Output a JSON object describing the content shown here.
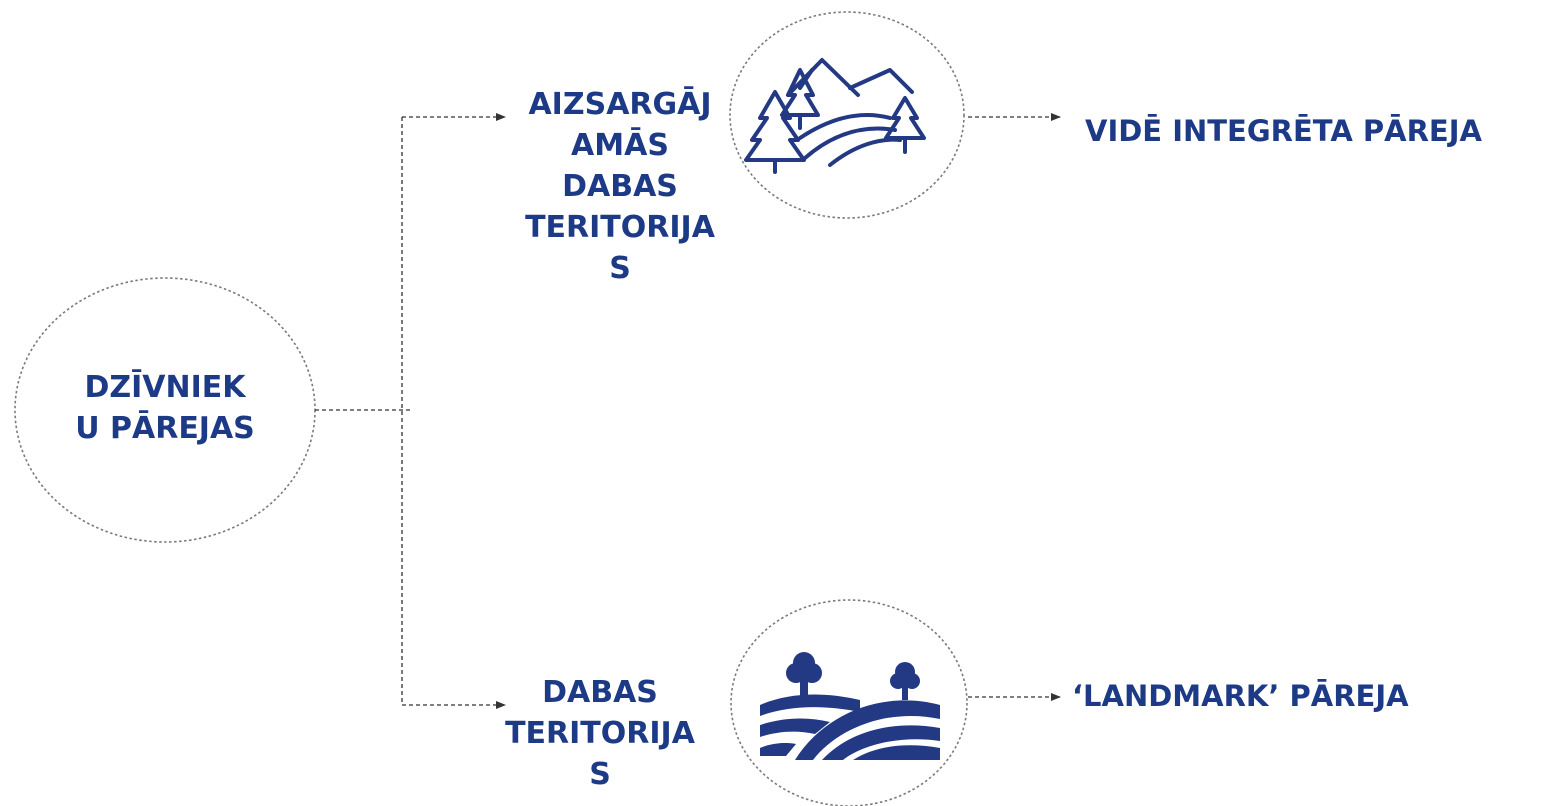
{
  "colors": {
    "text": "#1d3a87",
    "icon": "#233983",
    "connector": "#333333",
    "circle_border": "#7a7a7a"
  },
  "root": {
    "lines": [
      "DZĪVNIEK",
      "U PĀREJAS"
    ]
  },
  "branches": [
    {
      "lines": [
        "AIZSARGĀJ",
        "AMĀS",
        "DABAS",
        "TERITORIJA",
        "S"
      ],
      "icon": "mountains-trees-icon",
      "result": "VIDĒ INTEGRĒTA PĀREJA"
    },
    {
      "lines": [
        "DABAS",
        "TERITORIJA",
        "S"
      ],
      "icon": "hills-trees-icon",
      "result": "‘LANDMARK’ PĀREJA"
    }
  ]
}
